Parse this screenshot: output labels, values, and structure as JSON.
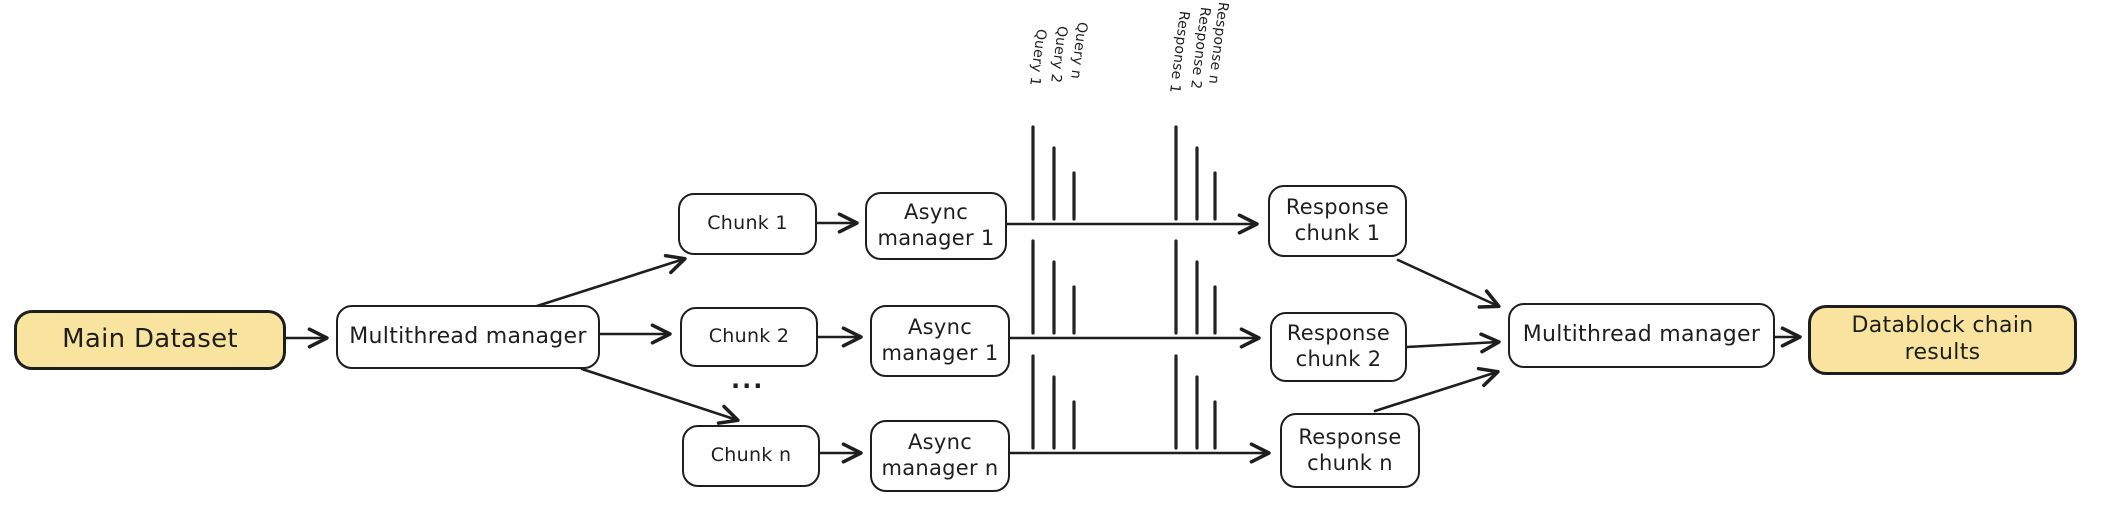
{
  "diagram": {
    "type": "flowchart",
    "style": "hand-drawn",
    "colors": {
      "background": "#ffffff",
      "stroke": "#1e1e1e",
      "yellow_fill": "#f8e49e",
      "white_fill": "#ffffff"
    },
    "nodes": {
      "main_dataset": "Main Dataset",
      "multithread_manager_left": "Multithread manager",
      "chunk_1": "Chunk 1",
      "chunk_2": "Chunk 2",
      "chunk_n": "Chunk n",
      "async_manager_1": "Async manager 1",
      "async_manager_2": "Async manager 1",
      "async_manager_n": "Async manager n",
      "response_chunk_1": "Response chunk 1",
      "response_chunk_2": "Response chunk 2",
      "response_chunk_n": "Response chunk n",
      "multithread_manager_right": "Multithread manager",
      "datablock_chain_results": "Datablock chain results"
    },
    "ellipsis": "...",
    "pipe_labels": {
      "query_1": "Query 1",
      "query_2": "Query 2",
      "query_n": "Query n",
      "response_1": "Response 1",
      "response_2": "Response 2",
      "response_n": "Response n"
    }
  }
}
